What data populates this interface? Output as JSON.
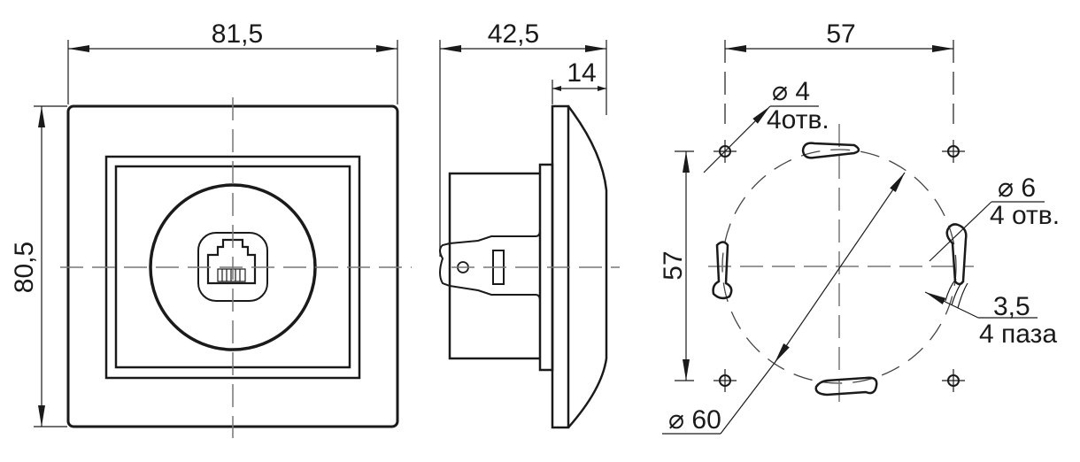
{
  "front_view": {
    "width_label": "81,5",
    "height_label": "80,5"
  },
  "side_view": {
    "depth_label": "42,5",
    "frame_depth_label": "14"
  },
  "mount_view": {
    "spacing_h_label": "57",
    "spacing_v_label": "57",
    "hole_small": {
      "dia": "⌀ 4",
      "count": "4отв."
    },
    "hole_large": {
      "dia": "⌀ 6",
      "count": "4 отв."
    },
    "slot": {
      "width": "3,5",
      "count": "4 паза"
    },
    "circle": {
      "dia": "⌀ 60"
    }
  }
}
